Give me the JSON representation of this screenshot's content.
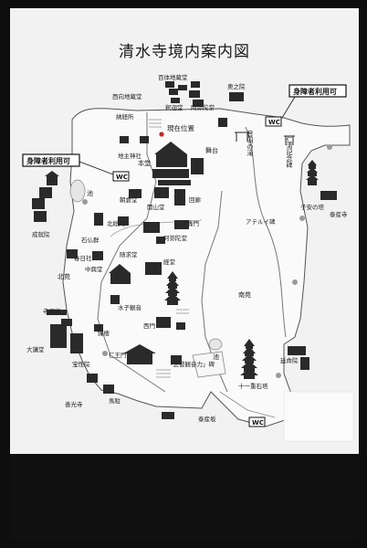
{
  "title": "清水寺境内案内図",
  "here_label": "現在位置",
  "accessible_label": "身障者利用可",
  "wc_label": "WC",
  "labels": {
    "hyakutai": "百体地蔵堂",
    "nishiinari": "西向地蔵堂",
    "shakado": "釈迦堂",
    "amidado": "阿弥陀堂",
    "okunoin": "奥之院",
    "nokyosho": "納経所",
    "jishu": "地主神社",
    "hondo": "本堂",
    "butai": "舞台",
    "otowa": "音羽の滝",
    "kiyomizu_hi": "仁清記念碑",
    "koyasu": "子安の塔",
    "taisanji": "泰産寺",
    "ike": "池",
    "chokudo": "朝倉堂",
    "kaizando": "開山堂",
    "kairo": "回廊",
    "kitasomon": "北総門",
    "todoroki": "轟門",
    "aterui": "アテルイ碑",
    "jojuin": "成就院",
    "ishibotoke": "石仏群",
    "kasuga": "春日社",
    "zuigudo": "随求堂",
    "asakura": "阿弥陀堂",
    "chumon": "中興堂",
    "kyodo": "経堂",
    "kita": "北苑",
    "minami": "南苑",
    "jimusho": "寺務所",
    "shoro": "鐘楼",
    "mizuko": "水子観音",
    "nishimon": "西門",
    "daikodo": "大講堂",
    "hoshoin": "宝性院",
    "niomon": "仁王門",
    "nenpi": "「念彼観音力」碑",
    "juichi": "十一重石塔",
    "enmeiin": "延命院",
    "umadome": "馬駐",
    "zenkoji": "善光寺",
    "taisanzaka": "泰産坂"
  }
}
